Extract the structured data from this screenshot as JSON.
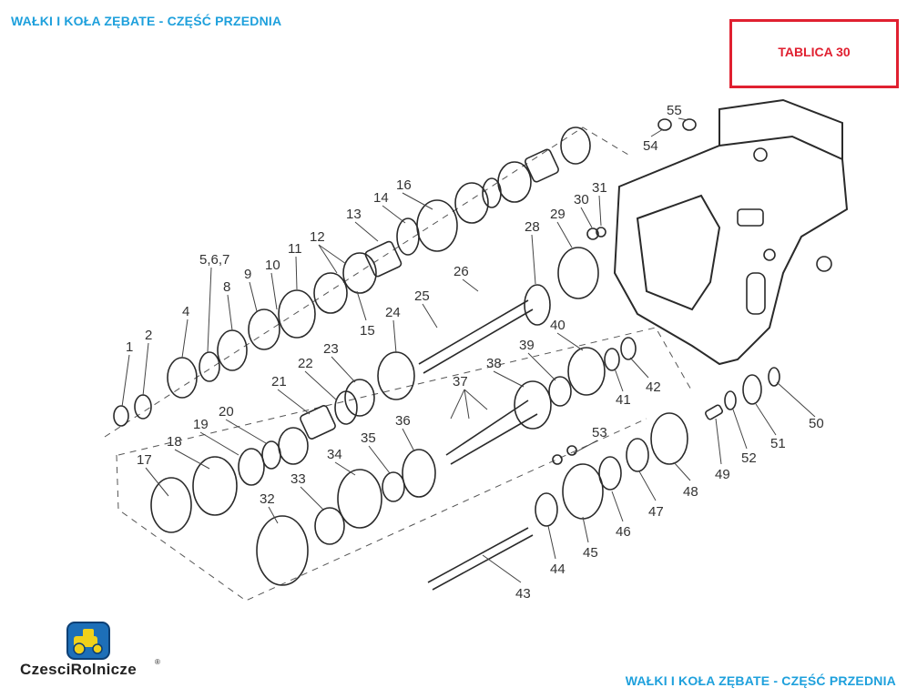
{
  "header": {
    "title": "WAŁKI I KOŁA ZĘBATE - CZĘŚĆ PRZEDNIA"
  },
  "plate": {
    "label": "TABLICA 30"
  },
  "diagram": {
    "callouts": [
      "1",
      "2",
      "4",
      "5,6,7",
      "8",
      "9",
      "10",
      "11",
      "12",
      "13",
      "14",
      "15",
      "16",
      "17",
      "18",
      "19",
      "20",
      "21",
      "22",
      "23",
      "24",
      "25",
      "26",
      "28",
      "29",
      "30",
      "31",
      "32",
      "33",
      "34",
      "35",
      "36",
      "37",
      "38",
      "39",
      "40",
      "41",
      "42",
      "43",
      "44",
      "45",
      "46",
      "47",
      "48",
      "49",
      "50",
      "51",
      "52",
      "53",
      "54",
      "55"
    ]
  },
  "footer": {
    "title": "WAŁKI I KOŁA ZĘBATE - CZĘŚĆ PRZEDNIA"
  },
  "logo": {
    "text": "CzesciRolnicze",
    "reg": "®"
  },
  "colors": {
    "title": "#1ea0dc",
    "plate_border": "#e02030",
    "logo_blue": "#1d6fb8",
    "logo_yellow": "#f1d11b"
  }
}
